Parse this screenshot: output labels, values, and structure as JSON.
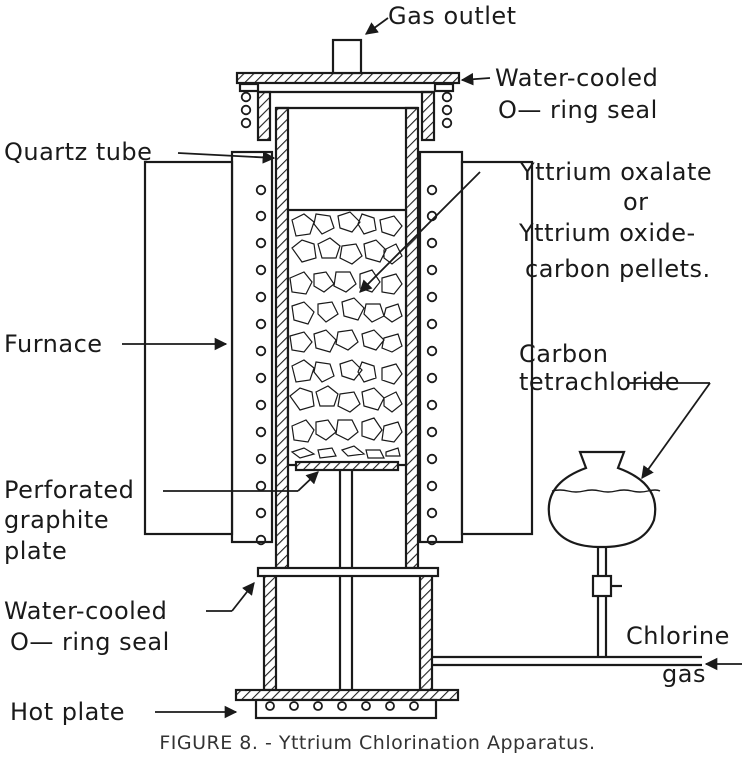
{
  "labels": {
    "gas_outlet": "Gas outlet",
    "water_cooled_top_1": "Water-cooled",
    "water_cooled_top_2": "O— ring seal",
    "quartz_tube": "Quartz tube",
    "yttrium_1": "Yttrium  oxalate",
    "yttrium_2": "or",
    "yttrium_3": "Yttrium  oxide-",
    "yttrium_4": "carbon  pellets.",
    "furnace": "Furnace",
    "carbon_1": "Carbon",
    "carbon_2": "tetrachloride",
    "perforated_1": "Perforated",
    "perforated_2": "graphite",
    "perforated_3": "plate",
    "water_cooled_bottom_1": "Water-cooled",
    "water_cooled_bottom_2": "O— ring  seal",
    "chlorine": "Chlorine",
    "gas": "gas",
    "hot_plate": "Hot plate"
  },
  "caption": "FIGURE 8. - Yttrium Chlorination Apparatus."
}
